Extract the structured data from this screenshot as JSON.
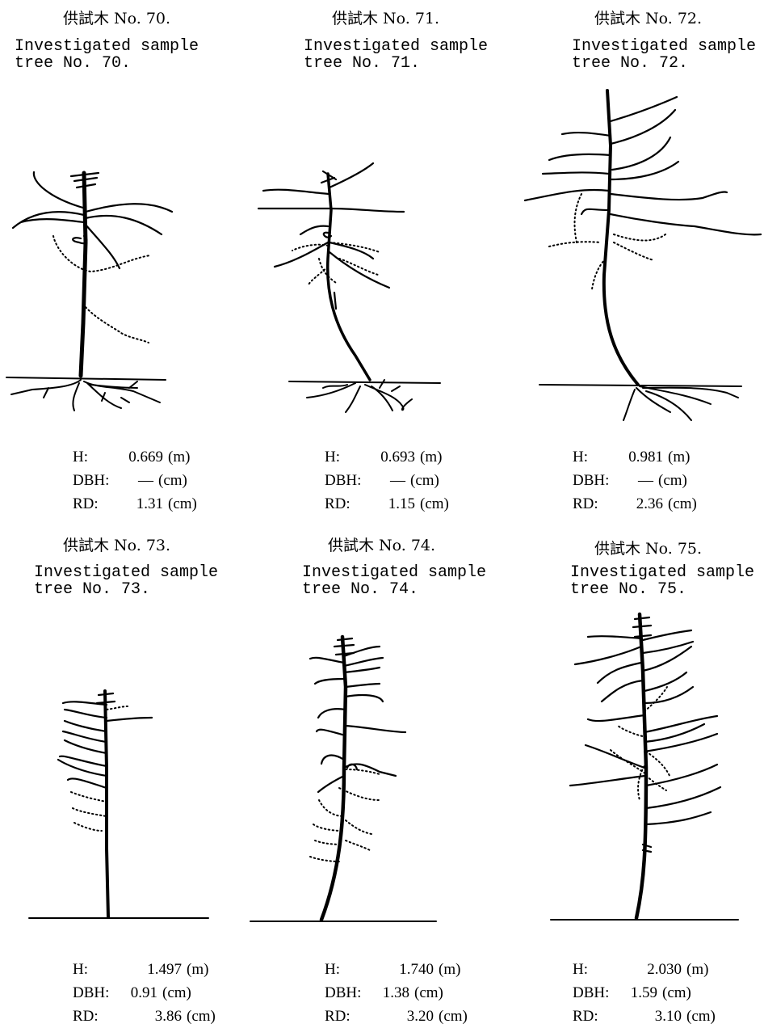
{
  "trees": [
    {
      "jp_label": "供試木 No. 70.",
      "en_label": [
        "Investigated sample",
        "tree No. 70."
      ],
      "H": "0.669",
      "DBH": "—",
      "RD": "1.31"
    },
    {
      "jp_label": "供試木 No. 71.",
      "en_label": [
        "Investigated sample",
        "tree No. 71."
      ],
      "H": "0.693",
      "DBH": "—",
      "RD": "1.15"
    },
    {
      "jp_label": "供試木 No. 72.",
      "en_label": [
        "Investigated sample",
        "tree No. 72."
      ],
      "H": "0.981",
      "DBH": "—",
      "RD": "2.36"
    },
    {
      "jp_label": "供試木 No. 73.",
      "en_label": [
        "Investigated sample",
        "tree No. 73."
      ],
      "H": "1.497",
      "DBH": "0.91",
      "RD": "3.86"
    },
    {
      "jp_label": "供試木 No. 74.",
      "en_label": [
        "Investigated sample",
        "tree No. 74."
      ],
      "H": "1.740",
      "DBH": "1.38",
      "RD": "3.20"
    },
    {
      "jp_label": "供試木 No. 75.",
      "en_label": [
        "Investigated sample",
        "tree No. 75."
      ],
      "H": "2.030",
      "DBH": "1.59",
      "RD": "3.10"
    }
  ],
  "labels": {
    "H": "H:",
    "DBH": "DBH:",
    "RD": "RD:",
    "unit_m": "(m)",
    "unit_cm": "(cm)"
  }
}
